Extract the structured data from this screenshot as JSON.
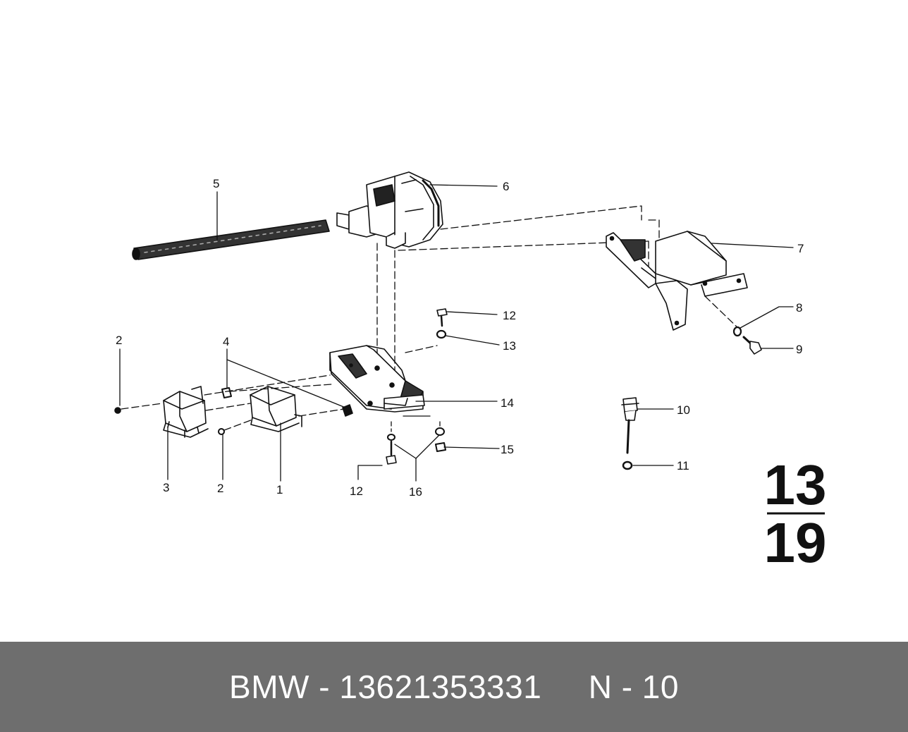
{
  "callouts": {
    "c1": "1",
    "c2a": "2",
    "c2b": "2",
    "c3": "3",
    "c4": "4",
    "c5": "5",
    "c6": "6",
    "c7": "7",
    "c8": "8",
    "c9": "9",
    "c10": "10",
    "c11": "11",
    "c12a": "12",
    "c12b": "12",
    "c13": "13",
    "c14": "14",
    "c15": "15",
    "c16": "16"
  },
  "section": {
    "top": "13",
    "bottom": "19"
  },
  "footer": {
    "brand": "BMW",
    "separator": " - ",
    "part_number": "13621353331",
    "gap": "     ",
    "page": "N - 10"
  },
  "colors": {
    "line": "#111111",
    "footer_bg": "#6e6e6e",
    "footer_text": "#ffffff"
  }
}
